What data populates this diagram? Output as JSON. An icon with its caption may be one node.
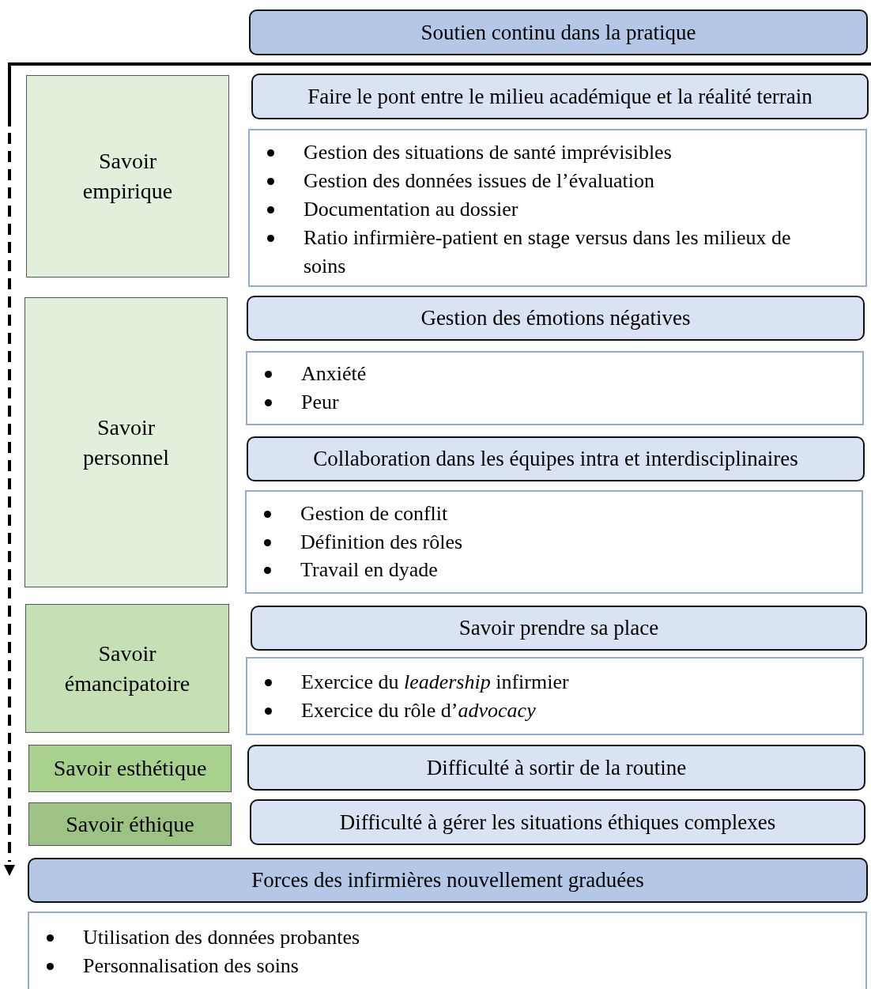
{
  "diagram": {
    "nodes": [
      {
        "text": [
          "Soutien continu dans la pratique"
        ]
      },
      {
        "text": [
          "Savoir empirique"
        ]
      },
      {
        "text": [
          "Faire le pont entre le milieu académique et la réalité terrain"
        ]
      },
      {
        "text": [
          "Gestion des situations de santé imprévisibles",
          "Gestion des données issues de l’évaluation",
          "Documentation au dossier",
          "Ratio infirmière-patient en stage versus dans les milieux de soins"
        ]
      },
      {
        "text": [
          "Savoir personnel"
        ]
      },
      {
        "text": [
          "Gestion des émotions négatives"
        ]
      },
      {
        "text": [
          "Anxiété",
          "Peur"
        ]
      },
      {
        "text": [
          "Collaboration dans les équipes intra et interdisciplinaires"
        ]
      },
      {
        "text": [
          "Gestion de conflit",
          "Définition des rôles",
          "Travail en dyade"
        ]
      },
      {
        "text": [
          "Savoir émancipatoire"
        ]
      },
      {
        "text": [
          "Savoir prendre sa place"
        ]
      },
      {
        "text": [
          "Exercice du *leadership* infirmier",
          "Exercice du rôle d’*advocacy*"
        ]
      },
      {
        "text": [
          "Savoir esthétique"
        ]
      },
      {
        "text": [
          "Difficulté à sortir de la routine"
        ]
      },
      {
        "text": [
          "Savoir éthique"
        ]
      },
      {
        "text": [
          "Difficulté à gérer les situations éthiques complexes"
        ]
      },
      {
        "text": [
          "Forces des infirmières nouvellement graduées"
        ]
      },
      {
        "text": [
          "Utilisation des données probantes",
          "Personnalisation des soins"
        ]
      }
    ],
    "edges": []
  }
}
